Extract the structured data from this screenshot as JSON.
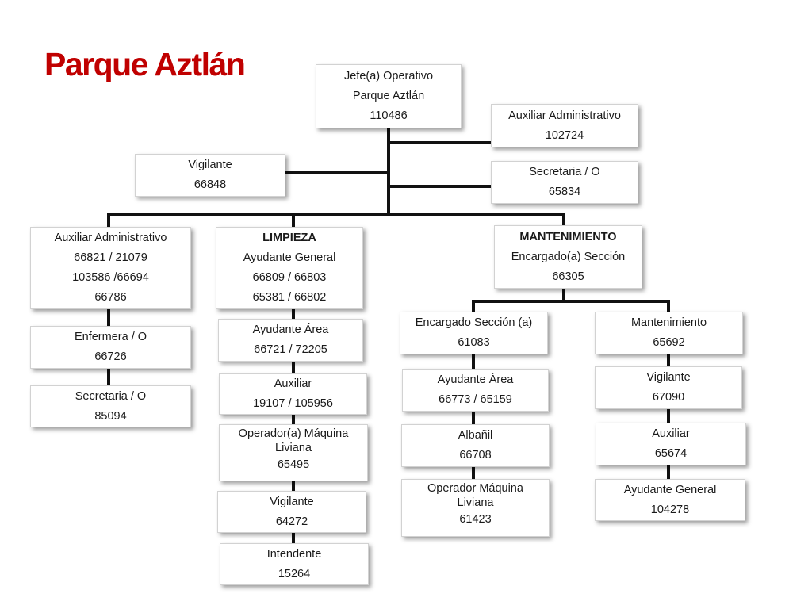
{
  "title": "Parque Aztlán",
  "colors": {
    "title": "#c00000",
    "connector": "#111111"
  },
  "nodes": {
    "jefe": [
      "Jefe(a) Operativo",
      "Parque Aztlán",
      "110486"
    ],
    "aux_admin_top": [
      "Auxiliar Administrativo",
      "102724"
    ],
    "vigilante_top": [
      "Vigilante",
      "66848"
    ],
    "secretaria_top": [
      "Secretaria / O",
      "65834"
    ],
    "aux_admin_left": [
      "Auxiliar Administrativo",
      "66821 / 21079",
      "103586 /66694",
      "66786"
    ],
    "enfermera": [
      "Enfermera / O",
      "66726"
    ],
    "secretaria_left": [
      "Secretaria / O",
      "85094"
    ],
    "limpieza": [
      "LIMPIEZA",
      "Ayudante General",
      "66809 / 66803",
      "65381 / 66802"
    ],
    "ayudante_area_limp": [
      "Ayudante Área",
      "66721 / 72205"
    ],
    "auxiliar_limp": [
      "Auxiliar",
      "19107 / 105956"
    ],
    "operador_limp": [
      "Operador(a) Máquina",
      "Liviana",
      "65495"
    ],
    "vigilante_limp": [
      "Vigilante",
      "64272"
    ],
    "intendente": [
      "Intendente",
      "15264"
    ],
    "mantenimiento": [
      "MANTENIMIENTO",
      "Encargado(a) Sección",
      "66305"
    ],
    "encargado_seccion": [
      "Encargado Sección (a)",
      "61083"
    ],
    "ayudante_area_mant": [
      "Ayudante Área",
      "66773 / 65159"
    ],
    "albanil": [
      "Albañil",
      "66708"
    ],
    "operador_mant": [
      "Operador Máquina",
      "Liviana",
      "61423"
    ],
    "mantenimiento_sub": [
      "Mantenimiento",
      "65692"
    ],
    "vigilante_mant": [
      "Vigilante",
      "67090"
    ],
    "auxiliar_mant": [
      "Auxiliar",
      "65674"
    ],
    "ayudante_general_mant": [
      "Ayudante General",
      "104278"
    ]
  }
}
